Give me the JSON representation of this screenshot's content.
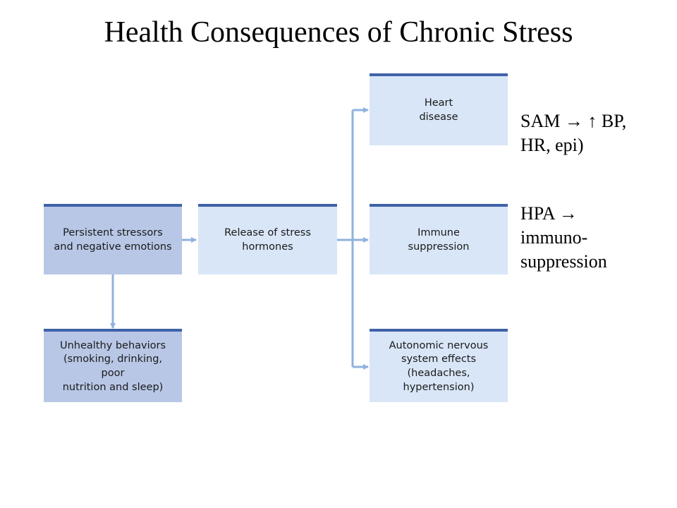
{
  "title": "Health Consequences of Chronic Stress",
  "boxes": {
    "stressors": "Persistent stressors\nand negative emotions",
    "hormones": "Release of stress\nhormones",
    "heart": "Heart\ndisease",
    "immune": "Immune\nsuppression",
    "autonomic": "Autonomic nervous\nsystem effects\n(headaches, hypertension)",
    "behaviors": "Unhealthy behaviors\n(smoking, drinking, poor\nnutrition and sleep)"
  },
  "notes": {
    "sam": "SAM → ↑ BP,\nHR, epi)",
    "hpa": "HPA →\nimmuno-\nsuppression"
  },
  "colors": {
    "box_dark": "#b8c7e6",
    "box_light": "#d8e6f7",
    "box_border": "#3f62a8",
    "arrow": "#8fb2dd"
  }
}
